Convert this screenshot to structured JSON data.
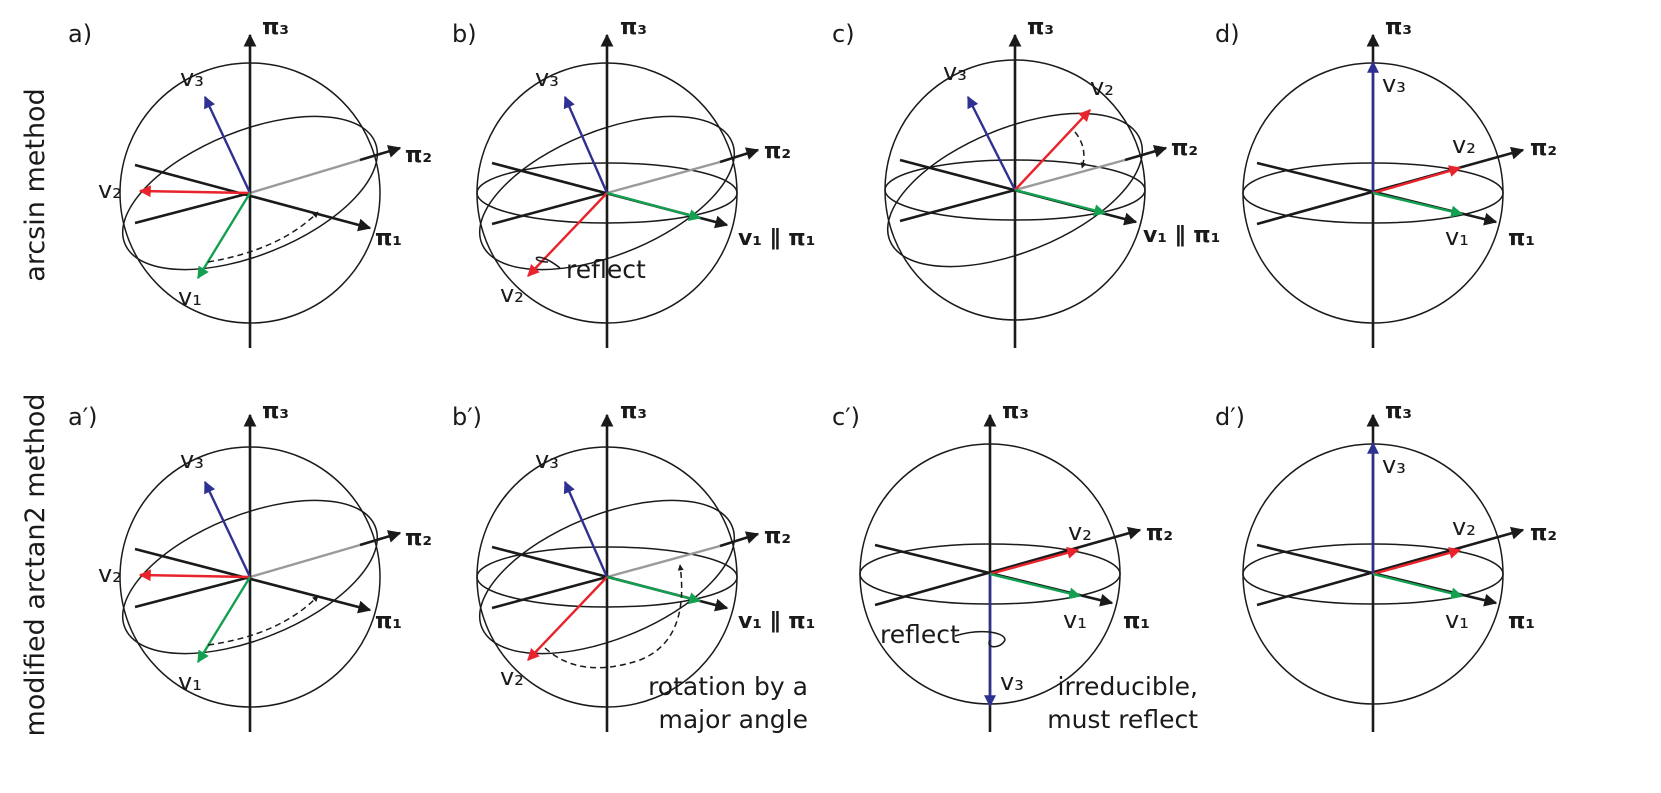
{
  "row_labels": {
    "top": "arcsin method",
    "bottom": "modified arctan2 method"
  },
  "panels": {
    "a": {
      "tag": "a)",
      "pi1": "π₁",
      "pi2": "π₂",
      "pi3": "π₃",
      "v1": "v₁",
      "v2": "v₂",
      "v3": "v₃"
    },
    "b": {
      "tag": "b)",
      "pi2": "π₂",
      "pi3": "π₃",
      "v1pi1": "v₁ ∥ π₁",
      "v2": "v₂",
      "v3": "v₃",
      "note": "reflect"
    },
    "c": {
      "tag": "c)",
      "pi2": "π₂",
      "pi3": "π₃",
      "v1pi1": "v₁ ∥ π₁",
      "v2": "v₂",
      "v3": "v₃"
    },
    "d": {
      "tag": "d)",
      "pi1": "π₁",
      "pi2": "π₂",
      "pi3": "π₃",
      "v1": "v₁",
      "v2": "v₂",
      "v3": "v₃"
    },
    "a2": {
      "tag": "a′)",
      "pi1": "π₁",
      "pi2": "π₂",
      "pi3": "π₃",
      "v1": "v₁",
      "v2": "v₂",
      "v3": "v₃"
    },
    "b2": {
      "tag": "b′)",
      "pi2": "π₂",
      "pi3": "π₃",
      "v1pi1": "v₁ ∥ π₁",
      "v2": "v₂",
      "v3": "v₃",
      "note1": "rotation by a",
      "note2": "major angle"
    },
    "c2": {
      "tag": "c′)",
      "pi1": "π₁",
      "pi2": "π₂",
      "pi3": "π₃",
      "v1": "v₁",
      "v2": "v₂",
      "v3": "v₃",
      "note_reflect": "reflect",
      "note1": "irreducible,",
      "note2": "must reflect"
    },
    "d2": {
      "tag": "d′)",
      "pi1": "π₁",
      "pi2": "π₂",
      "pi3": "π₃",
      "v1": "v₁",
      "v2": "v₂",
      "v3": "v₃"
    }
  },
  "colors": {
    "v1": "#13a050",
    "v2": "#e8232b",
    "v3": "#2e3192",
    "axis": "#1a1a1a",
    "pi2_back": "#9a9a9a"
  }
}
